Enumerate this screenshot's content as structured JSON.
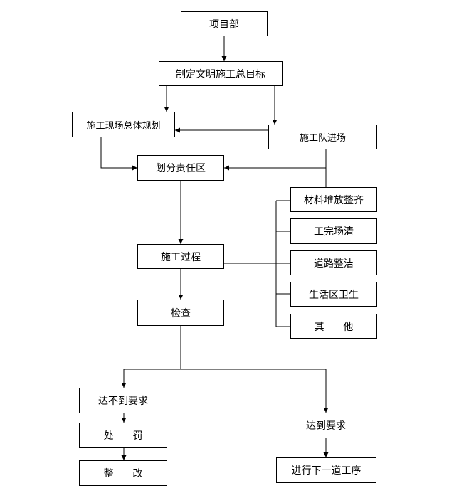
{
  "nodes": {
    "project_dept": "项目部",
    "goal": "制定文明施工总目标",
    "site_plan": "施工现场总体规划",
    "team_entry": "施工队进场",
    "zones": "划分责任区",
    "materials": "材料堆放整齐",
    "site_clear": "工完场清",
    "roads": "道路整洁",
    "living_hygiene": "生活区卫生",
    "other": "其      他",
    "process": "施工过程",
    "inspection": "检查",
    "not_met": "达不到要求",
    "penalty": "处      罚",
    "rectify": "整      改",
    "met": "达到要求",
    "next_step": "进行下一道工序"
  },
  "colors": {
    "line": "#000000",
    "box_border": "#000000",
    "background": "#ffffff"
  }
}
